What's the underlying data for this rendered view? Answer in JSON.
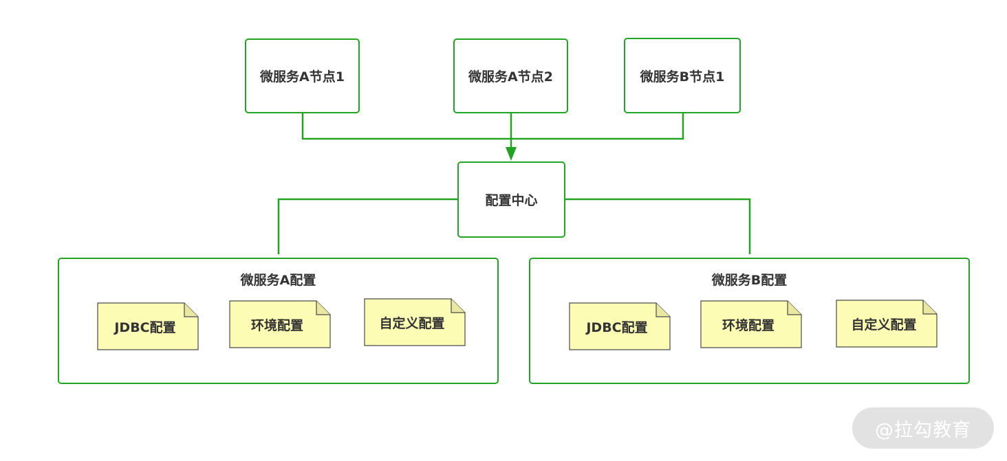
{
  "nodes": {
    "a1": "微服务A节点1",
    "a2": "微服务A节点2",
    "b1": "微服务B节点1",
    "center": "配置中心"
  },
  "groups": {
    "a": {
      "title": "微服务A配置",
      "notes": [
        "JDBC配置",
        "环境配置",
        "自定义配置"
      ]
    },
    "b": {
      "title": "微服务B配置",
      "notes": [
        "JDBC配置",
        "环境配置",
        "自定义配置"
      ]
    }
  },
  "watermark": "@拉勾教育",
  "colors": {
    "border": "#22a322",
    "note_fill": "#fcfcb4",
    "note_border": "#4a4a4a",
    "watermark_bg": "#e2e2e2"
  }
}
